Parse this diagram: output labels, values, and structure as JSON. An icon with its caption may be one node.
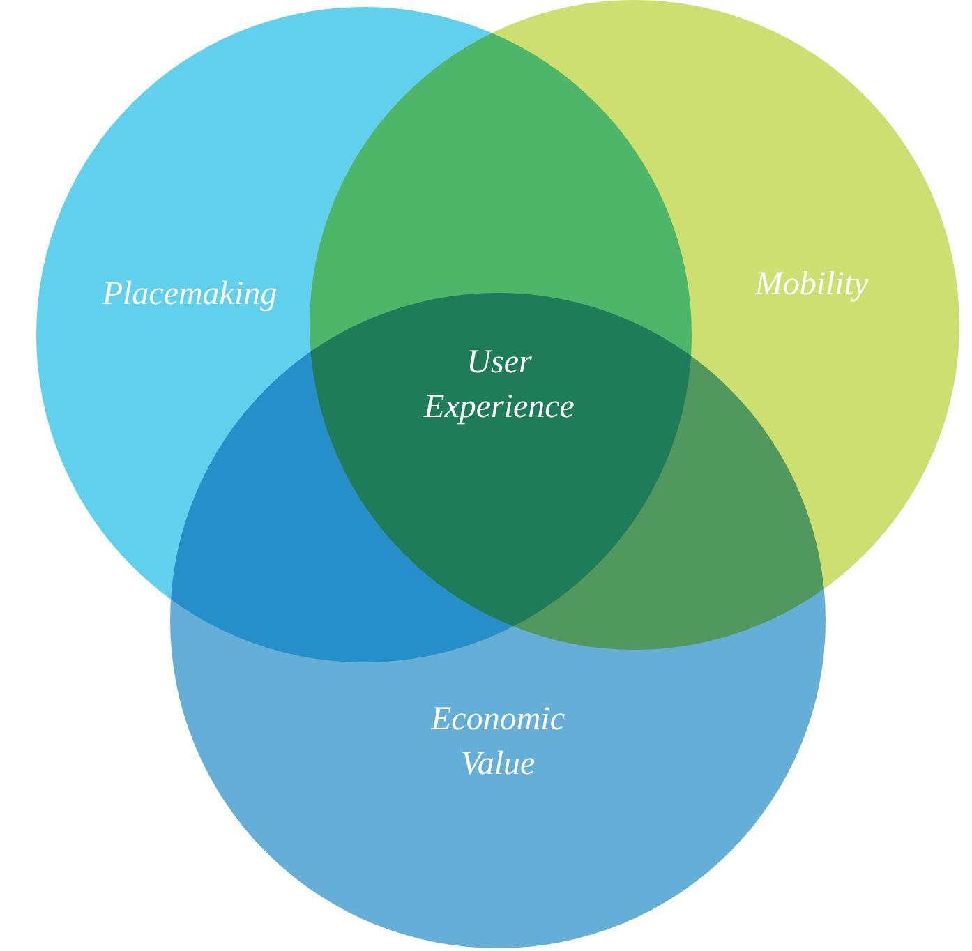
{
  "diagram": {
    "nodes": [
      {
        "text": [
          "Economic Value"
        ]
      },
      {
        "text": [
          "Mobility"
        ]
      },
      {
        "text": [
          "Placemaking"
        ]
      }
    ],
    "labels": [
      "User Experience"
    ]
  }
}
